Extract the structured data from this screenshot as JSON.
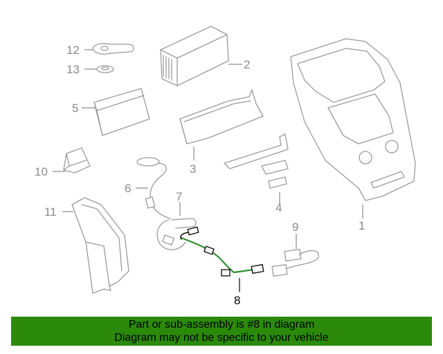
{
  "diagram": {
    "callouts": {
      "c1": "1",
      "c2": "2",
      "c3": "3",
      "c4": "4",
      "c5": "5",
      "c6": "6",
      "c7": "7",
      "c8": "8",
      "c9": "9",
      "c10": "10",
      "c11": "11",
      "c12": "12",
      "c13": "13"
    },
    "highlighted_part": "8",
    "colors": {
      "line_art": "#9a9a9a",
      "highlight_stroke": "#000000",
      "highlight_core": "#2f8f2f"
    }
  },
  "banner": {
    "line1": "Part or sub-assembly is #8 in diagram",
    "line2": "Diagram may not be specific to your vehicle",
    "background": "#2b8a0a"
  }
}
